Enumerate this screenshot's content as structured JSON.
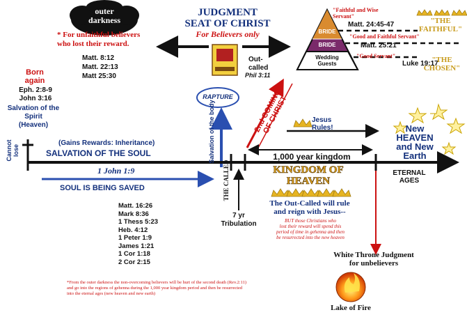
{
  "outer_darkness": "outer\ndarkness",
  "unfaithful_note": "* For unfaithful believers\nwho lost their reward.",
  "matt_refs_top": [
    "Matt. 8:12",
    "Matt. 22:13",
    "Matt 25:30"
  ],
  "judgment_title": "JUDGMENT\nSEAT OF CHRIST",
  "judgment_sub": "For Believers only",
  "out_called": "Out-\ncalled",
  "phil_ref": "Phil 3:11",
  "pyramid": {
    "bride1": "BRIDE",
    "bride2": "BRIDE",
    "guests": "Wedding\nGuests"
  },
  "faithful_wise": "\"Faithful and Wise\nServant\"",
  "matt_24": "Matt. 24:45-47",
  "good_faithful": "\"Good and Faithful Servant\"",
  "matt_25_21": "Matt. 25:21",
  "good_servant": "\"Good Servant\"",
  "luke_ref": "Luke 19:17",
  "the_faithful": "\"THE\nFAITHFUL\"",
  "the_chosen": "\"THE\nCHOSEN\"",
  "born_again": "Born\nagain",
  "eph": "Eph. 2:8-9\nJohn 3:16",
  "salvation_spirit": "Salvation of the\nSpirit\n(Heaven)",
  "cannot_lose": "Cannot\nlose",
  "gains_rewards": "(Gains Rewards: Inheritance)",
  "salvation_soul": "SALVATION OF THE SOUL",
  "one_john": "1 John 1:9",
  "soul_saved": "SOUL IS BEING SAVED",
  "rapture": "RAPTURE",
  "salvation_body": "Salvation of the body",
  "the_called": "THE CALLED",
  "second_coming": "2nd COMING\nOF CHRIST",
  "jesus_rules": "Jesus\nRules!",
  "thousand": "1,000 year kingdom",
  "new_heaven": "New\nHEAVEN\nand New\nEarth",
  "eternal_ages": "ETERNAL\nAGES",
  "kingdom_title": "KINGDOM OF\nHEAVEN",
  "outcalled_rule": "The Out-Called will rule\nand reign with Jesus--",
  "but_those": "BUT those Christians who\nlost their reward will spend this\nperiod of time in gehenna and then\nbe resurrected into the new heaven",
  "matt_refs_bottom": [
    "Matt. 16:26",
    "Mark 8:36",
    "1 Thess 5:23",
    "Heb. 4:12",
    "1 Peter 1:9",
    "James 1:21",
    "1 Cor 1:18",
    "2 Cor 2:15"
  ],
  "tribulation": "7 yr\nTribulation",
  "white_throne": "White Throne Judgment\nfor unbelievers",
  "footnote": "*From the outer darkness the non-overcoming believers will be hurt of the second death (Rev.2:11)\nand go into the regions of gehenna during the 1,000 year kingdom period and then be resurrected\ninto the eternal ages (new heaven and new earth)",
  "lake_of_fire": "Lake of Fire"
}
